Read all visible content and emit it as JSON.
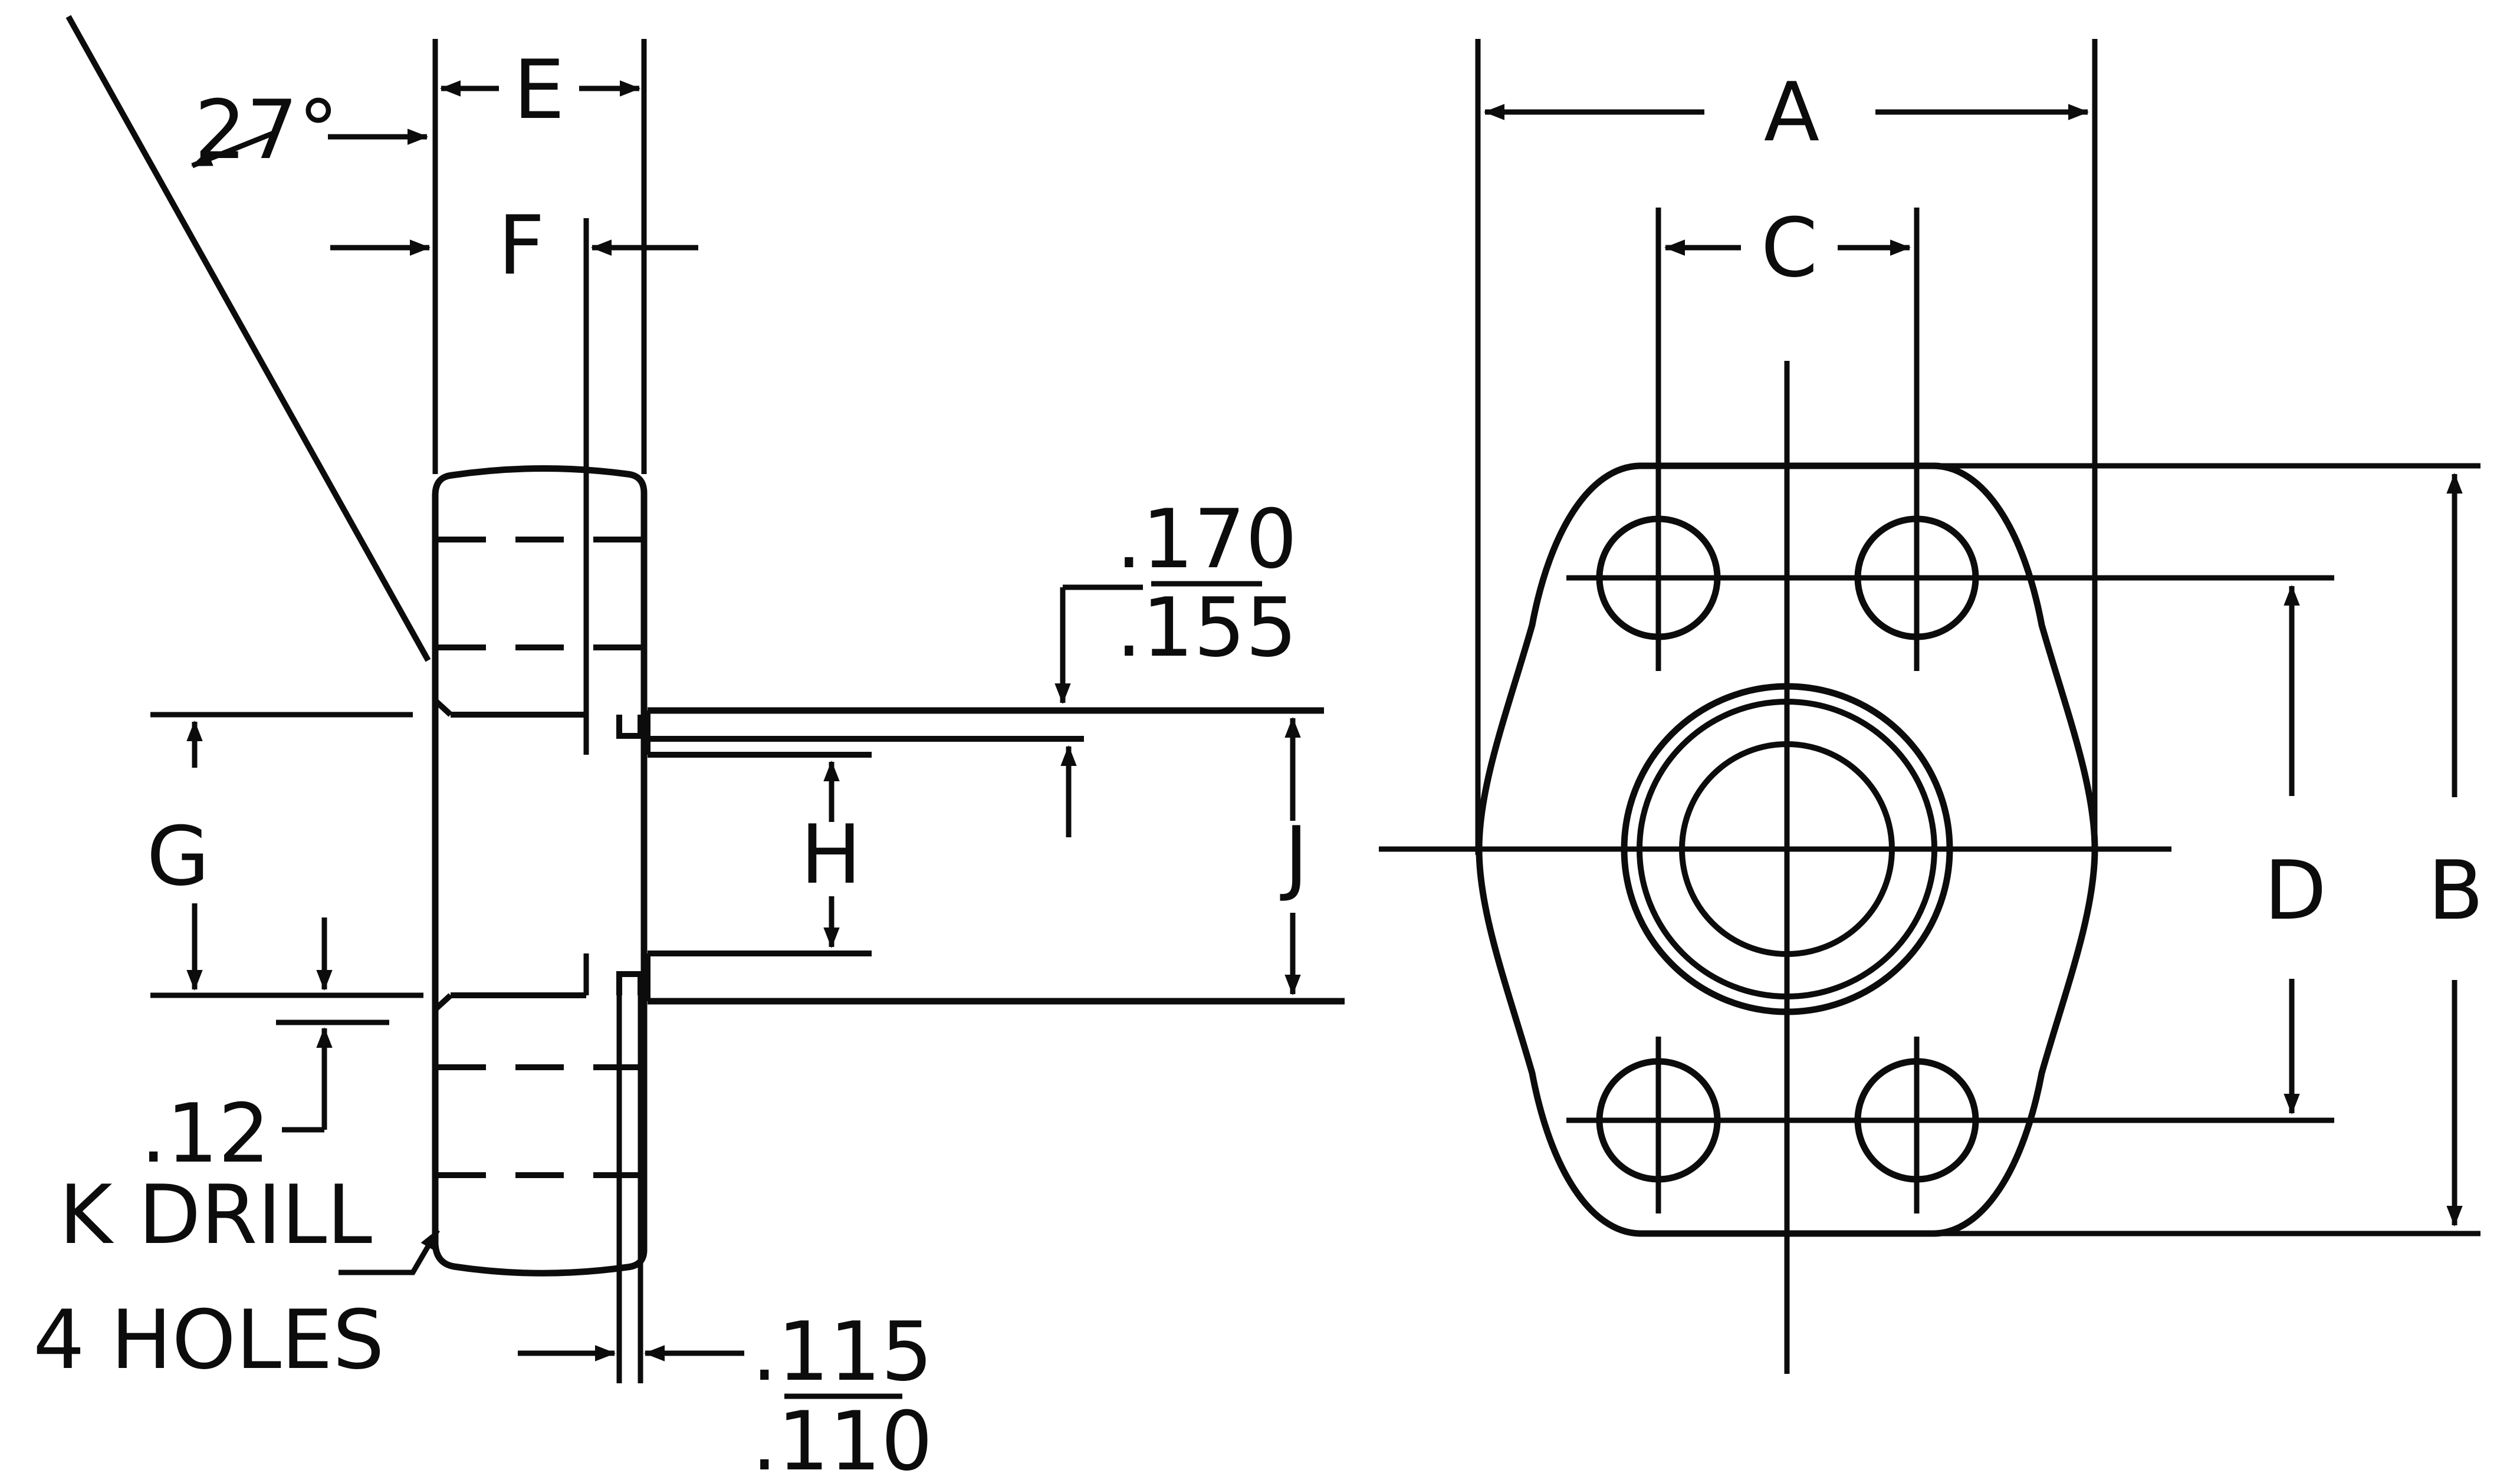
{
  "page": {
    "background": "#ffffff",
    "ink_color": "#0c0c0c",
    "kind": "engineering dimension drawing, flange with 4-bolt pattern, side section and front view"
  },
  "drawing": {
    "labels": {
      "angle": "27°",
      "e": "E",
      "f": "F",
      "g": "G",
      "h": "H",
      "j": "J",
      "a": "A",
      "b": "B",
      "c": "C",
      "d": "D",
      "lip_max": ".170",
      "lip_min": ".155",
      "step": ".12",
      "drill_line1": "K DRILL",
      "drill_line2": "4 HOLES",
      "wall_max": ".115",
      "wall_min": ".110"
    }
  }
}
